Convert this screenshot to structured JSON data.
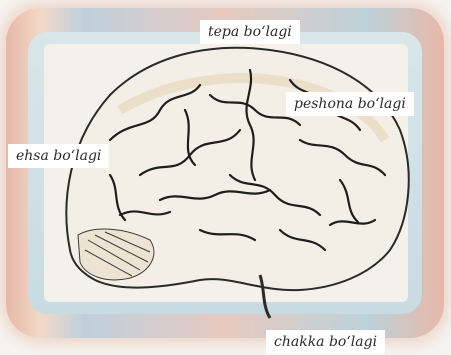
{
  "labels": {
    "top": "tepa bo‘lagi",
    "front": "peshona bo‘lagi",
    "temporal": "ehsa bo‘lagi",
    "occipital": "chakka bo‘lagi"
  }
}
